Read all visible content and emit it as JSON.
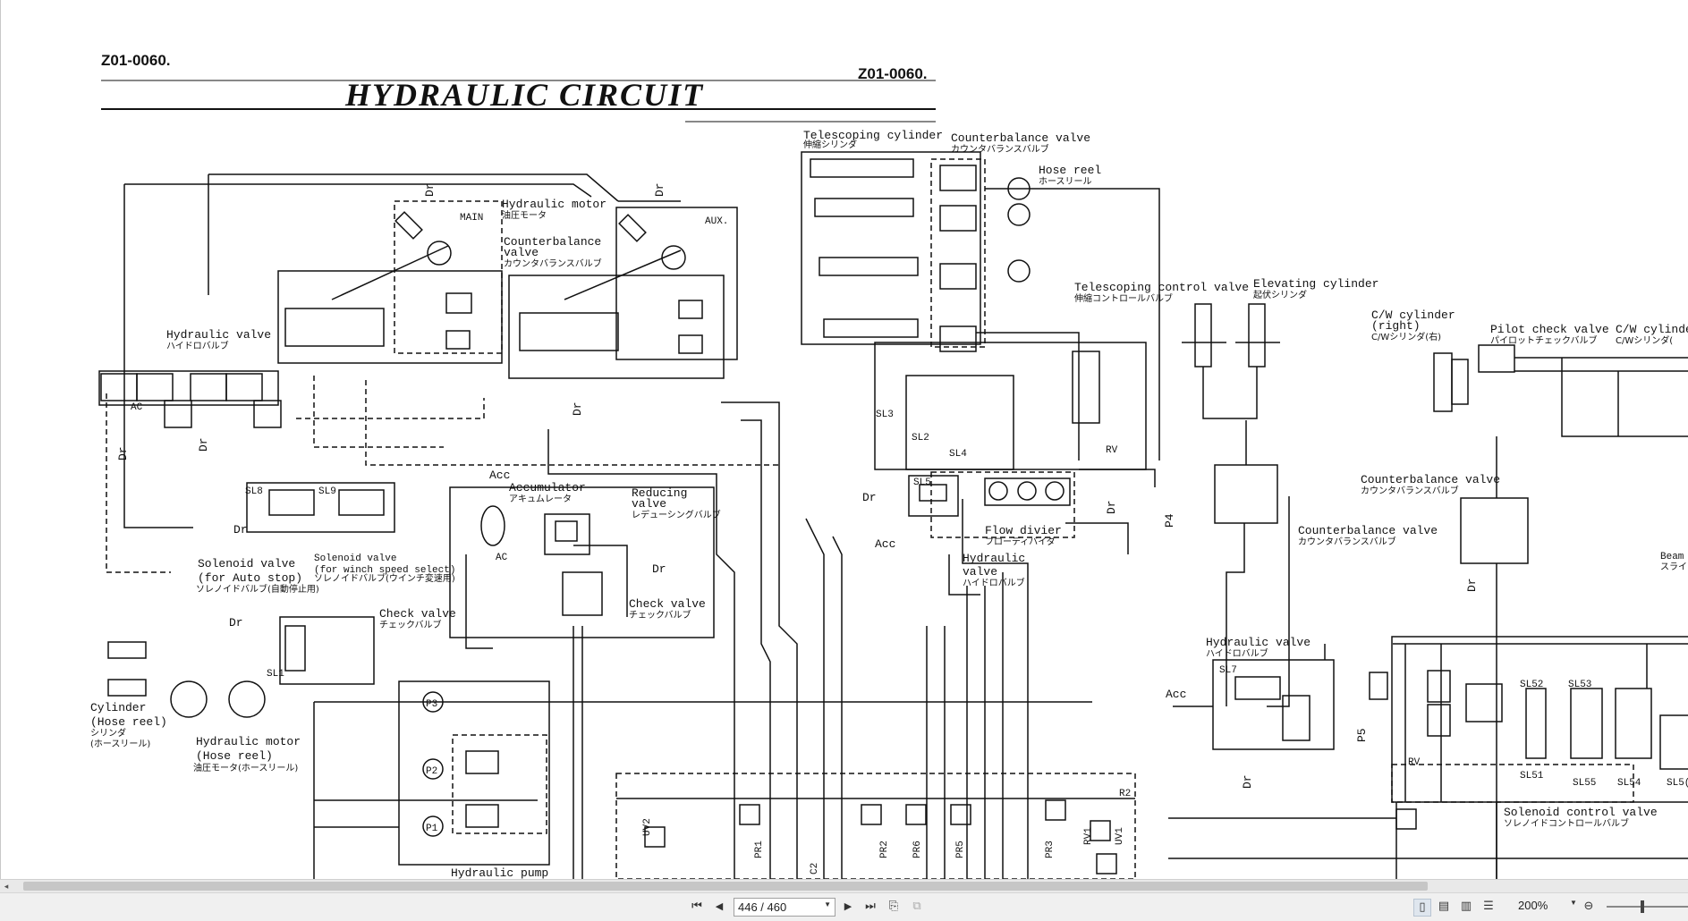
{
  "document": {
    "doc_no_left": "Z01-0060.",
    "doc_no_right": "Z01-0060.",
    "title": "HYDRAULIC  CIRCUIT",
    "labels": {
      "hydraulic_motor": "Hydraulic motor",
      "hydraulic_motor_jp": "油圧モータ",
      "main": "MAIN",
      "aux": "AUX.",
      "dr": "Dr",
      "counterbalance_valve_1": "Counterbalance",
      "counterbalance_valve_2": "valve",
      "counterbalance_jp": "カウンタバランスバルブ",
      "hydraulic_valve": "Hydraulic valve",
      "hydraulic_valve_jp": "ハイドロバルブ",
      "telescoping_cylinder": "Telescoping cylinder",
      "telescoping_cylinder_jp": "伸縮シリンダ",
      "counterbalance_valve": "Counterbalance valve",
      "hose_reel": "Hose reel",
      "hose_reel_jp": "ホースリール",
      "telescoping_control_valve": "Telescoping control valve",
      "telescoping_control_valve_jp": "伸縮コントロールバルブ",
      "elevating_cylinder": "Elevating cylinder",
      "elevating_cylinder_jp": "起伏シリンダ",
      "cw_cylinder": "C/W cylinder",
      "right": "(right)",
      "cw_cylinder_right_jp": "C/Wシリンダ(右)",
      "pilot_check_valve": "Pilot check valve",
      "pilot_check_valve_jp": "パイロットチェックバルブ",
      "cw_cylinder_cut": "C/W cylinde",
      "cw_cylinder_cut_jp": "C/Wシリンダ(",
      "sl8": "SL8",
      "sl9": "SL9",
      "acc": "Acc",
      "accumulator": "Accumulator",
      "accumulator_jp": "アキュムレータ",
      "reducing": "Reducing",
      "reducing_valve": "valve",
      "reducing_jp": "レデューシングバルブ",
      "solenoid_valve_auto": "Solenoid valve",
      "for_auto_stop": "(for Auto stop)",
      "solenoid_auto_jp": "ソレノイドバルブ(自動停止用)",
      "solenoid_winch": "Solenoid valve",
      "for_winch": "(for winch speed select)",
      "solenoid_winch_jp": "ソレノイドバルブ(ウインチ変速用)",
      "check_valve": "Check valve",
      "check_valve_jp": "チェックバルブ",
      "sl1": "SL1",
      "cylinder": "Cylinder",
      "hose_reel_paren": "(Hose reel)",
      "cylinder_jp": "シリンダ",
      "hose_reel_paren_jp": "(ホースリール)",
      "hydraulic_motor_hose": "Hydraulic motor",
      "hose_reel2": "(Hose reel)",
      "hydraulic_motor_hose_jp": "油圧モータ(ホースリール)",
      "p3": "P3",
      "p2": "P2",
      "p1": "P1",
      "hydraulic_pump": "Hydraulic pump",
      "sl3": "SL3",
      "sl2": "SL2",
      "sl4": "SL4",
      "rv": "RV",
      "sl5": "SL5",
      "flow_divider": "Flow divier",
      "flow_divider_jp": "フローディバイダ",
      "hydraulic_valve2": "Hydraulic",
      "hydraulic_valve2b": "valve",
      "hydraulic_valve2_jp": "ハイドロバルブ",
      "p4": "P4",
      "p5": "P5",
      "counterbalance_valve3": "Counterbalance valve",
      "counterbalance_valve3_jp": "カウンタバランスバルブ",
      "hydraulic_valve3": "Hydraulic valve",
      "hydraulic_valve3_jp": "ハイドロバルブ",
      "sl7": "SL7",
      "sl52": "SL52",
      "sl53": "SL53",
      "sl51": "SL51",
      "sl55": "SL55",
      "sl54": "SL54",
      "sl5x": "SL5(",
      "solenoid_control_valve": "Solenoid control valve",
      "solenoid_control_valve_jp": "ソレノイドコントロールバルブ",
      "beam": "Beam",
      "beam_jp": "スライ",
      "uv2": "UV2",
      "pr1": "PR1",
      "c2": "C2",
      "pr2": "PR2",
      "pr6": "PR6",
      "pr5": "PR5",
      "pr3": "PR3",
      "rv1": "RV1",
      "uv1": "UV1",
      "r2": "R2",
      "ac": "AC"
    }
  },
  "toolbar": {
    "first_page": "⏮",
    "prev_page": "◀",
    "page_value": "446 / 460",
    "next_page": "▶",
    "last_page": "⏭",
    "zoom": "200%"
  },
  "colors": {
    "line": "#111111",
    "toolbar_bg": "#f0f0f0",
    "page_bg": "#ffffff"
  }
}
